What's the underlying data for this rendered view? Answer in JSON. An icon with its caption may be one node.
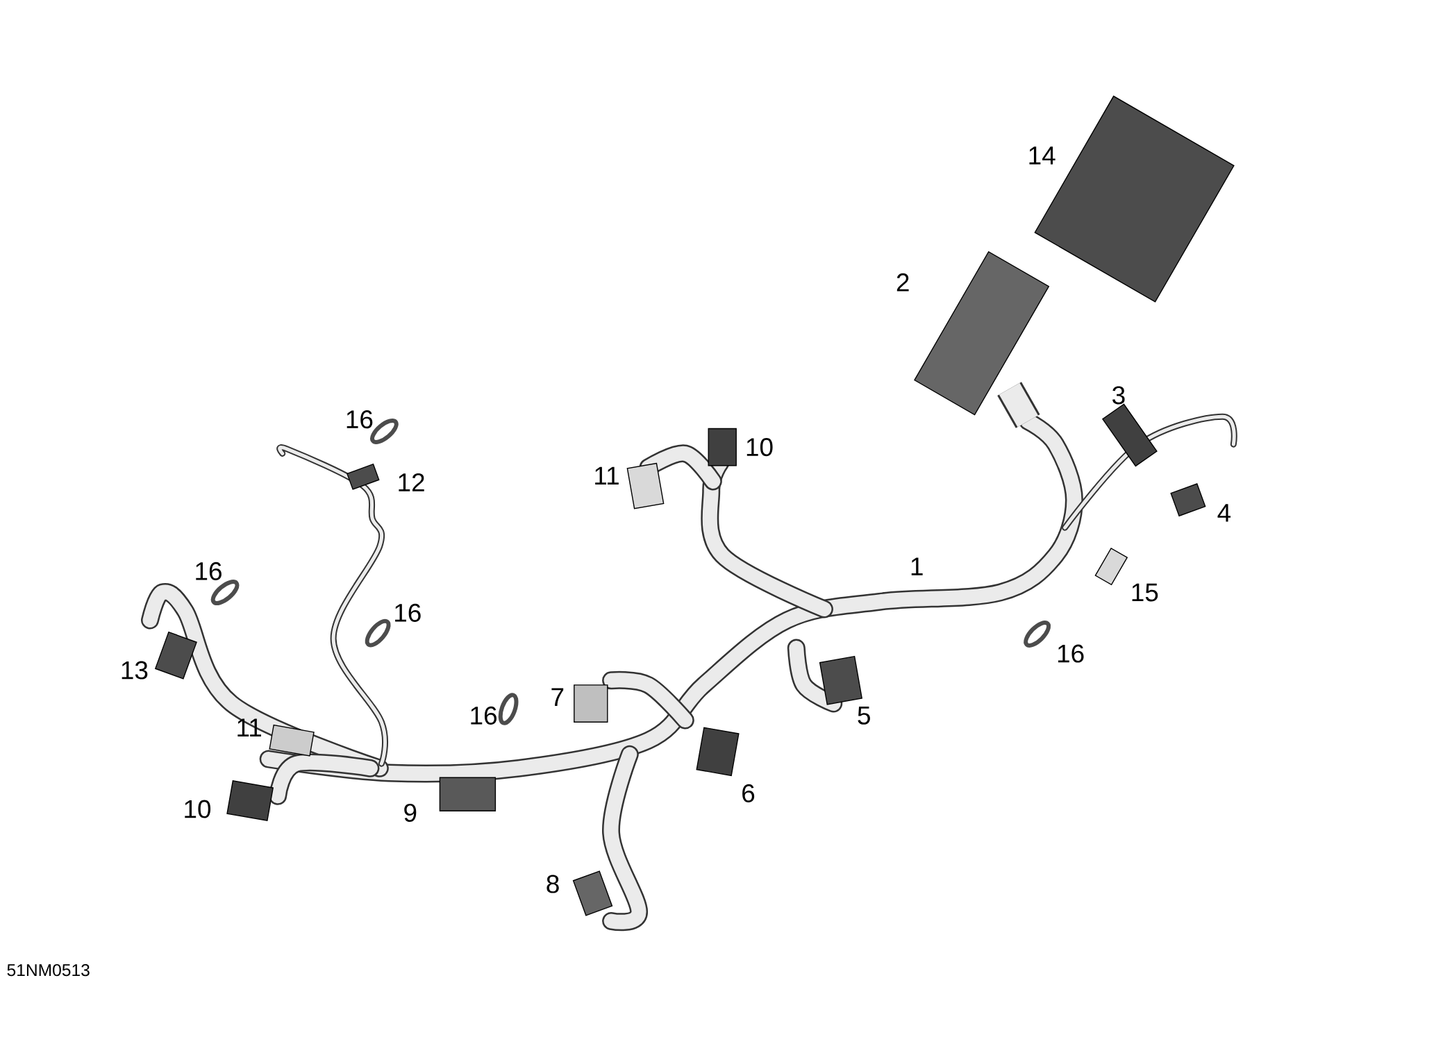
{
  "diagram": {
    "labels": [
      "14",
      "2",
      "3",
      "16",
      "10",
      "12",
      "11",
      "4",
      "1",
      "16",
      "15",
      "16",
      "13",
      "16",
      "7",
      "5",
      "16",
      "11",
      "6",
      "10",
      "9",
      "8",
      "51NM0513"
    ]
  }
}
